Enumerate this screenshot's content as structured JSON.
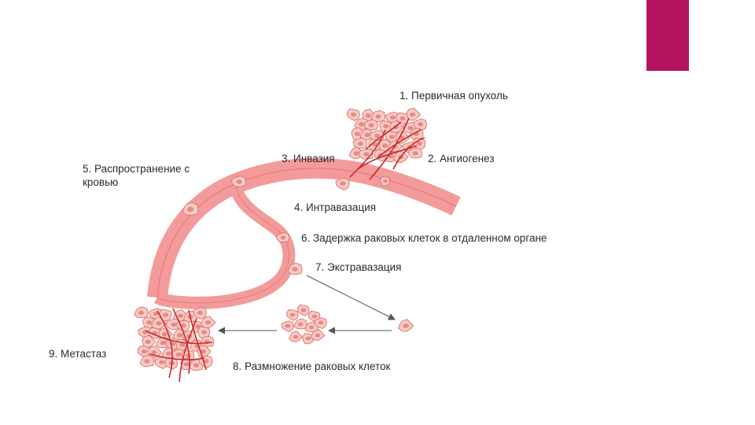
{
  "colors": {
    "accent": "#b5145e",
    "vessel": "#f39b9b",
    "vessel_dark": "#e8797a",
    "cell_fill": "#f7c9c4",
    "cell_stroke": "#d9706c",
    "nucleus": "#e58b86",
    "capillary": "#cc2a2a",
    "arrow": "#555555"
  },
  "steps": [
    {
      "id": 1,
      "label": "1. Первичная опухоль"
    },
    {
      "id": 2,
      "label": "2. Ангиогенез"
    },
    {
      "id": 3,
      "label": "3. Инвазия"
    },
    {
      "id": 4,
      "label": "4. Интравазация"
    },
    {
      "id": 5,
      "label": "5. Распространение с кровью"
    },
    {
      "id": 6,
      "label": "6. Задержка раковых клеток в отдаленном органе"
    },
    {
      "id": 7,
      "label": "7. Экстравазация"
    },
    {
      "id": 8,
      "label": "8. Размножение раковых клеток"
    },
    {
      "id": 9,
      "label": "9. Метастаз"
    }
  ]
}
